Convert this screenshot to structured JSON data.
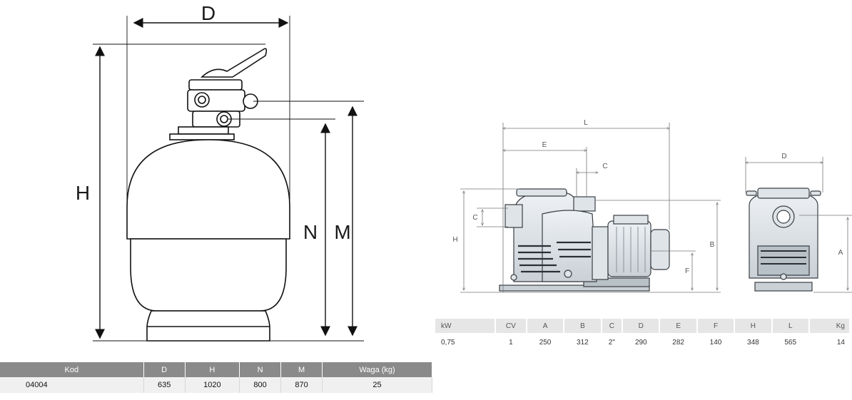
{
  "filter": {
    "dim_labels": {
      "D": "D",
      "H": "H",
      "N": "N",
      "M": "M"
    },
    "table": {
      "headers": [
        "Kod",
        "D",
        "H",
        "N",
        "M",
        "Waga (kg)"
      ],
      "row": [
        "04004",
        "635",
        "1020",
        "800",
        "870",
        "25"
      ]
    }
  },
  "pump": {
    "dim_labels": {
      "L": "L",
      "E": "E",
      "C_top": "C",
      "C_side": "C",
      "H": "H",
      "B": "B",
      "F": "F",
      "D": "D",
      "A": "A"
    },
    "table": {
      "headers": [
        "kW",
        "CV",
        "A",
        "B",
        "C",
        "D",
        "E",
        "F",
        "H",
        "L",
        "Kg"
      ],
      "row": [
        "0,75",
        "1",
        "250",
        "312",
        "2\"",
        "290",
        "282",
        "140",
        "348",
        "565",
        "14"
      ]
    }
  }
}
